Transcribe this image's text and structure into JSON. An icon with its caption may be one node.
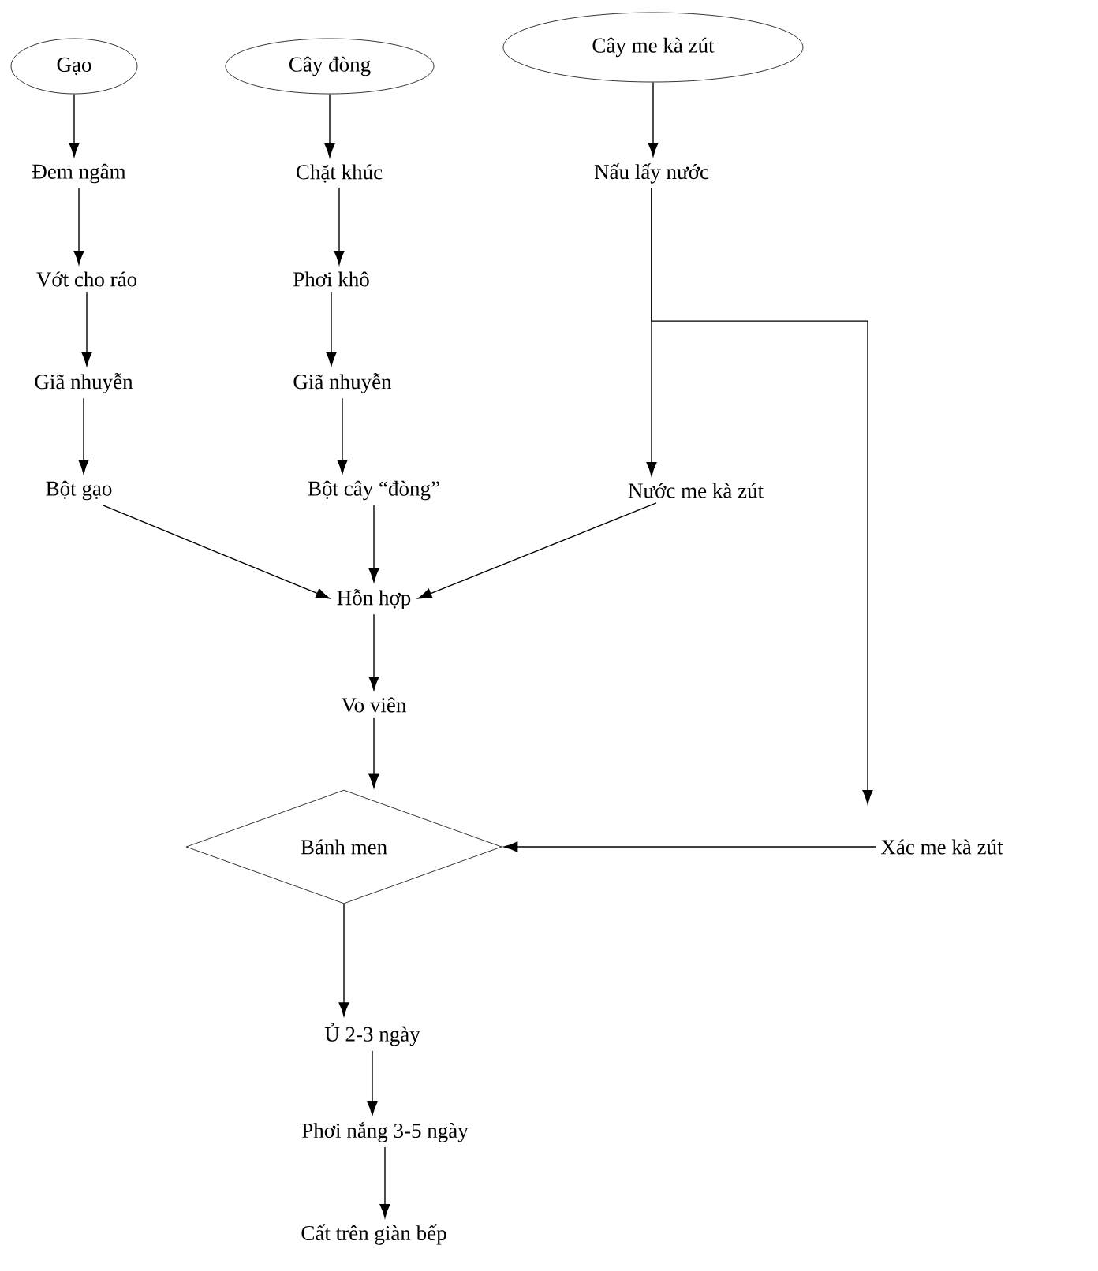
{
  "diagram": {
    "nodes": [
      {
        "text": [
          "Gạo"
        ]
      },
      {
        "text": [
          "Cây đòng"
        ]
      },
      {
        "text": [
          "Cây me kà zút"
        ]
      },
      {
        "text": [
          "Đem ngâm"
        ]
      },
      {
        "text": [
          "Chặt khúc"
        ]
      },
      {
        "text": [
          "Nấu lấy nước"
        ]
      },
      {
        "text": [
          "Vớt cho ráo"
        ]
      },
      {
        "text": [
          "Phơi khô"
        ]
      },
      {
        "text": [
          "Giã nhuyễn"
        ]
      },
      {
        "text": [
          "Giã nhuyễn"
        ]
      },
      {
        "text": [
          "Bột gạo"
        ]
      },
      {
        "text": [
          "Bột cây “đòng”"
        ]
      },
      {
        "text": [
          "Nước me kà zút"
        ]
      },
      {
        "text": [
          "Hỗn hợp"
        ]
      },
      {
        "text": [
          "Vo viên"
        ]
      },
      {
        "text": [
          "Bánh men"
        ]
      },
      {
        "text": [
          "Xác me kà zút"
        ]
      },
      {
        "text": [
          "Ủ 2-3 ngày"
        ]
      },
      {
        "text": [
          "Phơi nắng 3-5 ngày"
        ]
      },
      {
        "text": [
          "Cất trên giàn bếp"
        ]
      }
    ],
    "edges": [
      {
        "from": 0,
        "to": 3,
        "arrow": "to"
      },
      {
        "from": 3,
        "to": 6,
        "arrow": "to"
      },
      {
        "from": 6,
        "to": 8,
        "arrow": "to"
      },
      {
        "from": 8,
        "to": 10,
        "arrow": "to"
      },
      {
        "from": 10,
        "to": 13,
        "arrow": "to"
      },
      {
        "from": 1,
        "to": 4,
        "arrow": "to"
      },
      {
        "from": 4,
        "to": 7,
        "arrow": "to"
      },
      {
        "from": 7,
        "to": 9,
        "arrow": "to"
      },
      {
        "from": 9,
        "to": 11,
        "arrow": "to"
      },
      {
        "from": 11,
        "to": 13,
        "arrow": "to"
      },
      {
        "from": 2,
        "to": 5,
        "arrow": "to"
      },
      {
        "from": 5,
        "to": 12,
        "arrow": "to"
      },
      {
        "from": 5,
        "to": 16,
        "arrow": "to"
      },
      {
        "from": 12,
        "to": 13,
        "arrow": "to"
      },
      {
        "from": 13,
        "to": 14,
        "arrow": "to"
      },
      {
        "from": 14,
        "to": 15,
        "arrow": "to"
      },
      {
        "from": 16,
        "to": 15,
        "arrow": "to"
      },
      {
        "from": 15,
        "to": 17,
        "arrow": "to"
      },
      {
        "from": 17,
        "to": 18,
        "arrow": "to"
      },
      {
        "from": 18,
        "to": 19,
        "arrow": "to"
      }
    ]
  }
}
